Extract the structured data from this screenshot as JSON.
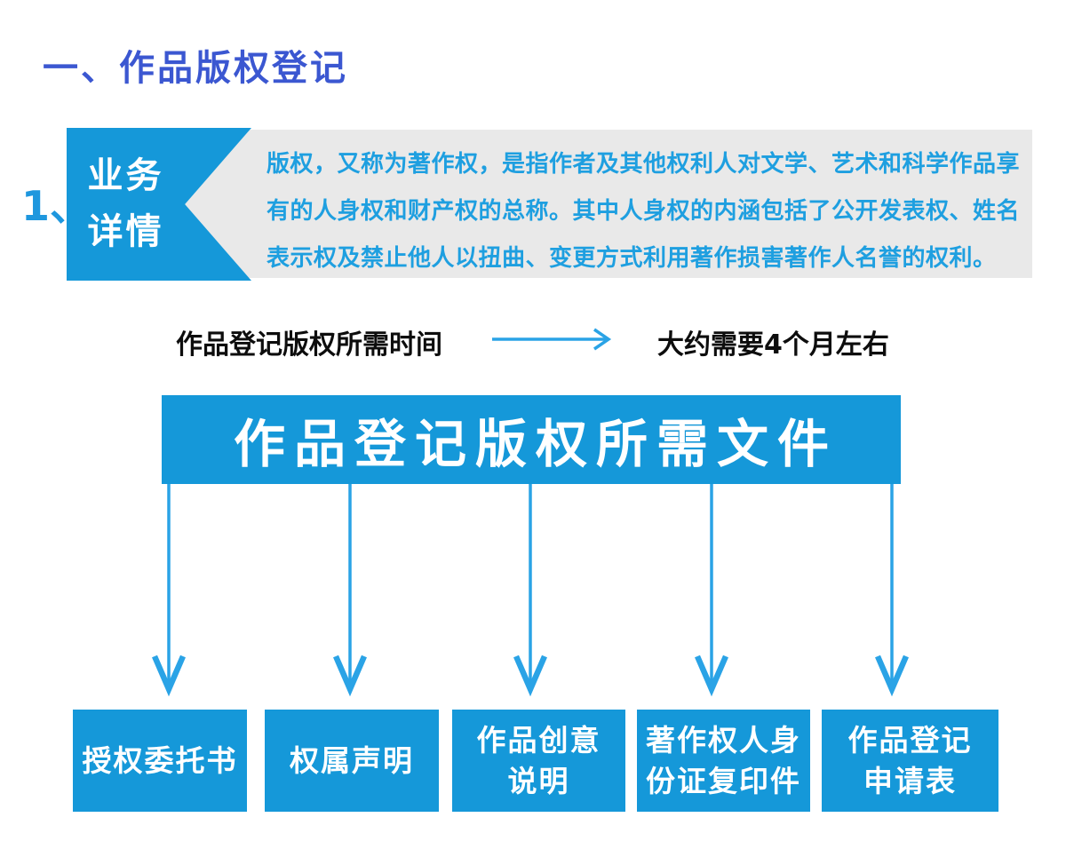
{
  "page": {
    "title": "一、作品版权登记"
  },
  "colors": {
    "azure_fill": "#1598D9",
    "arrow_blue": "#2AA3E6",
    "title_blue": "#3B57D1",
    "desc_text_blue": "#1E9FE0",
    "panel_gray": "#E9E9E9",
    "text_black": "#0d0d0d",
    "white": "#ffffff"
  },
  "section": {
    "index_label": "1、",
    "tag": {
      "line1": "业务",
      "line2": "详情"
    },
    "description_lines": [
      "版权，又称为著作权，是指作者及其他权利人对文学、艺术和科学作品享",
      "有的人身权和财产权的总称。其中人身权的内涵包括了公开发表权、姓名",
      "表示权及禁止他人以扭曲、变更方式利用著作损害著作人名誉的权利。"
    ]
  },
  "time_row": {
    "label": "作品登记版权所需时间",
    "value": "大约需要4个月左右"
  },
  "files": {
    "banner": "作品登记版权所需文件",
    "items": [
      {
        "lines": [
          "授权委托书"
        ]
      },
      {
        "lines": [
          "权属声明"
        ]
      },
      {
        "lines": [
          "作品创意",
          "说明"
        ]
      },
      {
        "lines": [
          "著作权人身",
          "份证复印件"
        ]
      },
      {
        "lines": [
          "作品登记",
          "申请表"
        ]
      }
    ]
  }
}
